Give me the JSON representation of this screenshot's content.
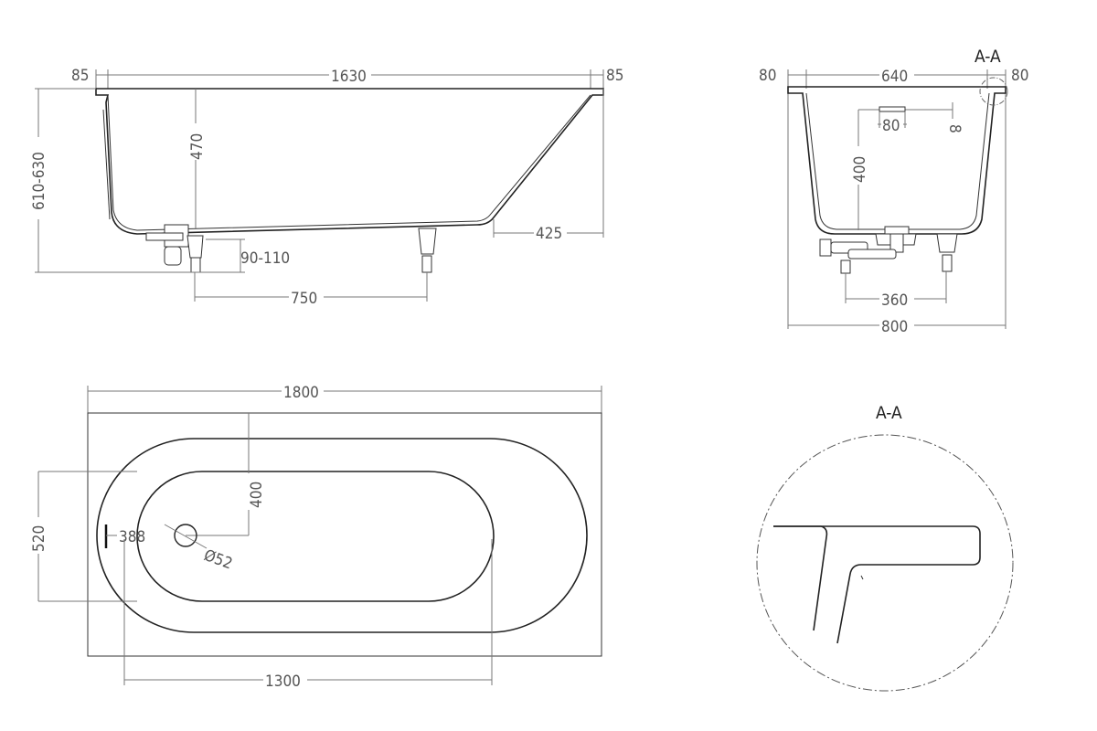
{
  "side_view": {
    "left_rim": "85",
    "length": "1630",
    "right_rim": "85",
    "height": "610-630",
    "depth": "470",
    "slope_offset": "425",
    "leg_adjust": "90-110",
    "leg_spacing": "750"
  },
  "end_view": {
    "section_label": "A-A",
    "left_rim": "80",
    "inner_width": "640",
    "right_rim": "80",
    "overflow_height": "400",
    "overflow_width": "80",
    "overflow_thickness": "8",
    "leg_spacing": "360",
    "overall_width": "800"
  },
  "plan_view": {
    "overall_length": "1800",
    "inner_width": "520",
    "drain_to_edge": "400",
    "drain_offset": "388",
    "drain_diameter": "Ø52",
    "inner_length": "1300"
  },
  "detail": {
    "label": "A-A"
  }
}
